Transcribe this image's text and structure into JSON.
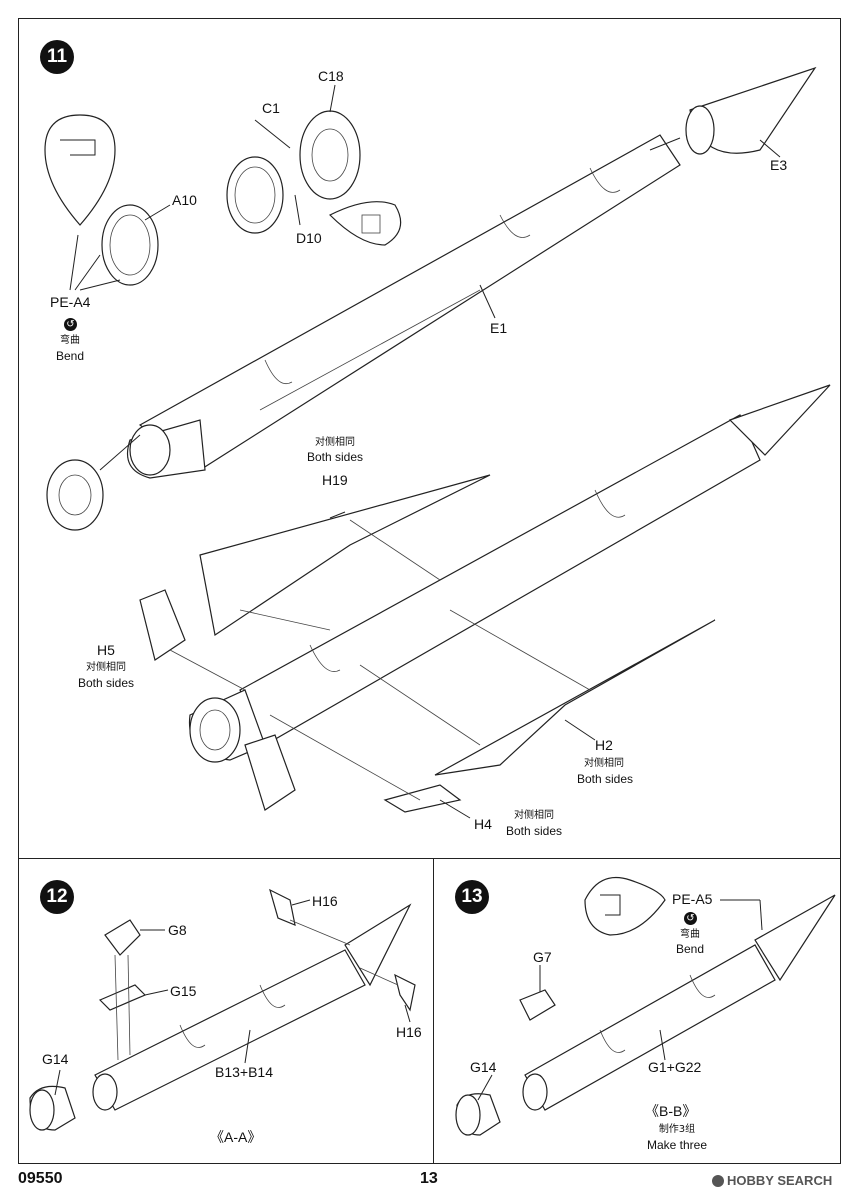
{
  "page": {
    "kit_number": "09550",
    "page_number": "13",
    "watermark": "HOBBY SEARCH"
  },
  "steps": [
    {
      "number": "11",
      "labels": {
        "c18": "C18",
        "c1": "C1",
        "a10": "A10",
        "d10": "D10",
        "e3": "E3",
        "e1": "E1",
        "pe_a4": "PE-A4",
        "h19": "H19",
        "h5": "H5",
        "h2": "H2",
        "h4": "H4"
      },
      "bend_cn": "弯曲",
      "bend_en": "Bend",
      "both_sides_cn": "对侧相同",
      "both_sides_en": "Both sides"
    },
    {
      "number": "12",
      "labels": {
        "g8": "G8",
        "g15": "G15",
        "g14": "G14",
        "h16_top": "H16",
        "h16_bottom": "H16",
        "b13_b14": "B13+B14"
      },
      "view": "《A-A》"
    },
    {
      "number": "13",
      "labels": {
        "pe_a5": "PE-A5",
        "g7": "G7",
        "g14": "G14",
        "g1_g22": "G1+G22"
      },
      "bend_cn": "弯曲",
      "bend_en": "Bend",
      "view": "《B-B》",
      "make_cn": "制作3组",
      "make_en": "Make three"
    }
  ]
}
